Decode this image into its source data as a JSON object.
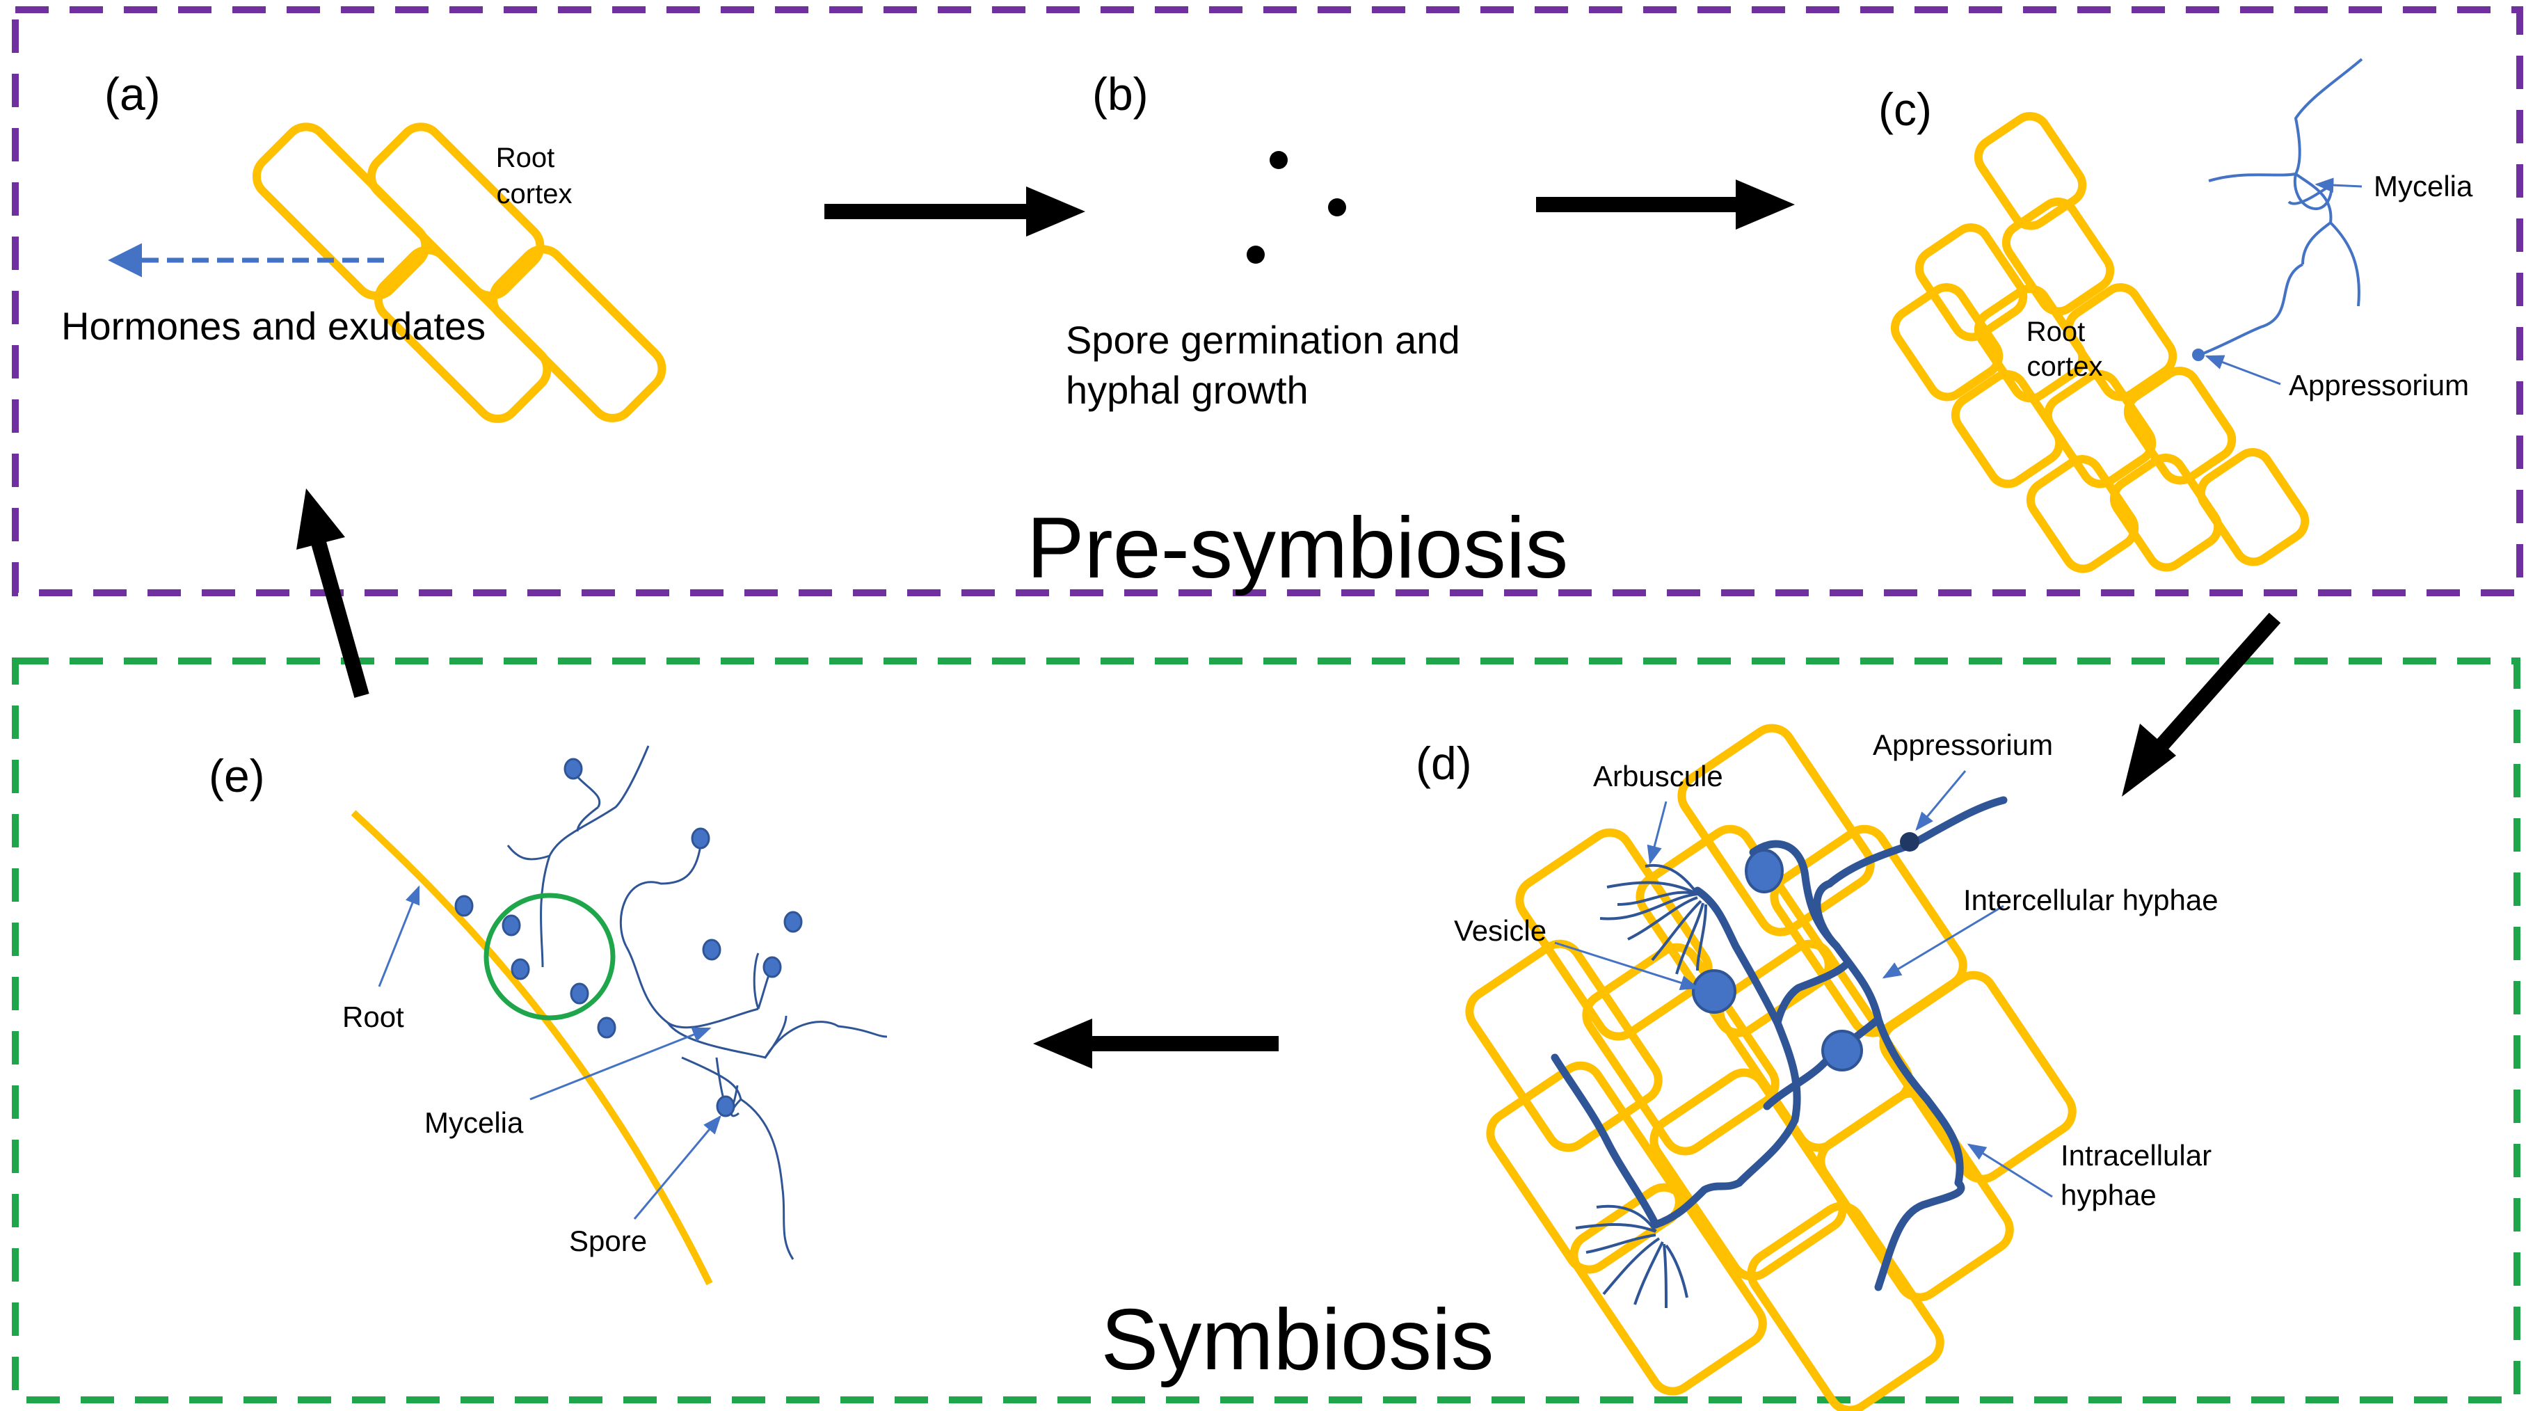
{
  "sections": {
    "pre_symbiosis": "Pre-symbiosis",
    "symbiosis": "Symbiosis"
  },
  "panels": {
    "a": {
      "label": "(a)",
      "cell_label_1": "Root",
      "cell_label_2": "cortex",
      "caption": "Hormones and exudates"
    },
    "b": {
      "label": "(b)",
      "caption_line1": "Spore germination and",
      "caption_line2": "hyphal growth"
    },
    "c": {
      "label": "(c)",
      "cell_label_1": "Root",
      "cell_label_2": "cortex",
      "mycelia": "Mycelia",
      "appressorium": "Appressorium"
    },
    "d": {
      "label": "(d)",
      "arbuscule": "Arbuscule",
      "appressorium": "Appressorium",
      "vesicle": "Vesicle",
      "intercellular": "Intercellular hyphae",
      "intracellular_line1": "Intracellular",
      "intracellular_line2": "hyphae"
    },
    "e": {
      "label": "(e)",
      "root": "Root",
      "mycelia": "Mycelia",
      "spore": "Spore"
    }
  },
  "colors": {
    "pre_symbiosis_border": "#7030A0",
    "symbiosis_border": "#1FA64A",
    "root_cell": "#FFC000",
    "fungus": "#4472C4",
    "hyphae": "#2F5597",
    "exudate_arrow": "#4472C4",
    "highlight_circle": "#1FA64A",
    "flow_arrow": "#000000"
  }
}
